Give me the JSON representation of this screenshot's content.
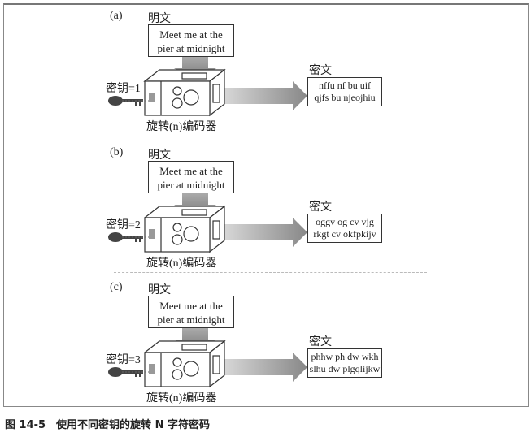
{
  "panels": [
    {
      "tag": "(a)",
      "plain_label": "明文",
      "plaintext": [
        "Meet me at the",
        "pier at midnight"
      ],
      "key_label": "密钥=1",
      "encoder_label": "旋转(n)编码器",
      "cipher_label": "密文",
      "ciphertext": [
        "nffu nf bu uif",
        "qjfs bu njeojhiu"
      ]
    },
    {
      "tag": "(b)",
      "plain_label": "明文",
      "plaintext": [
        "Meet me at the",
        "pier at midnight"
      ],
      "key_label": "密钥=2",
      "encoder_label": "旋转(n)编码器",
      "cipher_label": "密文",
      "ciphertext": [
        "oggv og cv vjg",
        "rkgt cv okfpkijv"
      ]
    },
    {
      "tag": "(c)",
      "plain_label": "明文",
      "plaintext": [
        "Meet me at the",
        "pier at midnight"
      ],
      "key_label": "密钥=3",
      "encoder_label": "旋转(n)编码器",
      "cipher_label": "密文",
      "ciphertext": [
        "phhw ph dw wkh",
        "slhu dw plgqlijkw"
      ]
    }
  ],
  "caption": "图 14-5　使用不同密钥的旋转 N 字符密码"
}
